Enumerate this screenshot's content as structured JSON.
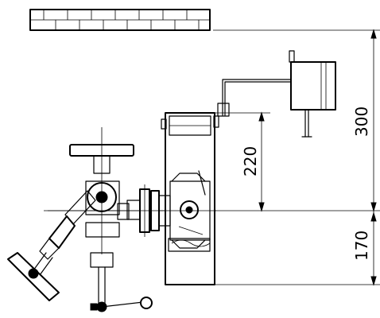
{
  "dimensions": {
    "upper": "220",
    "total": "300",
    "lower": "170"
  }
}
